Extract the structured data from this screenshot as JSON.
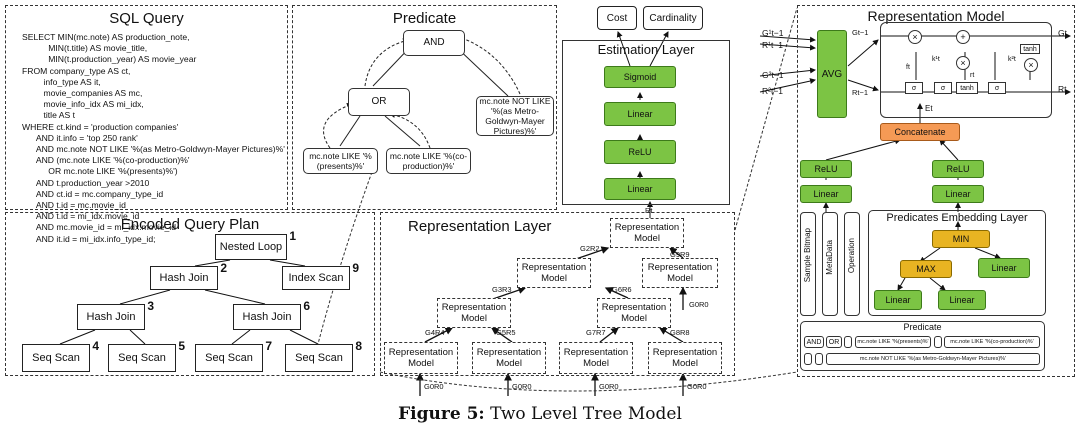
{
  "sql_panel": {
    "title": "SQL Query",
    "lines": [
      "SELECT MIN(mc.note) AS production_note,",
      "           MIN(t.title) AS movie_title,",
      "           MIN(t.production_year) AS movie_year",
      "FROM company_type AS ct,",
      "         info_type AS it,",
      "         movie_companies AS mc,",
      "         movie_info_idx AS mi_idx,",
      "         title AS t",
      "WHERE ct.kind = 'production companies'",
      "      AND it.info = 'top 250 rank'",
      "      AND mc.note NOT LIKE '%(as Metro-Goldwyn-Mayer Pictures)%'",
      "      AND (mc.note LIKE '%(co-production)%'",
      "           OR mc.note LIKE '%(presents)%')",
      "      AND t.production_year >2010",
      "      AND ct.id = mc.company_type_id",
      "      AND t.id = mc.movie_id",
      "      AND t.id = mi_idx.movie_id",
      "      AND mc.movie_id = mi_idx.movie_id",
      "      AND it.id = mi_idx.info_type_id;"
    ]
  },
  "predicate_panel": {
    "title": "Predicate",
    "and_label": "AND",
    "or_label": "OR",
    "not_like": "mc.note NOT LIKE '%(as Metro-Goldwyn-Mayer Pictures)%'",
    "like_presents": "mc.note LIKE '%(presents)%'",
    "like_coprod": "mc.note LIKE '%(co-production)%'"
  },
  "estimation": {
    "title": "Estimation Layer",
    "cost": "Cost",
    "cardinality": "Cardinality",
    "sigmoid": "Sigmoid",
    "linear1": "Linear",
    "relu": "ReLU",
    "linear2": "Linear",
    "rt_label": "Rt"
  },
  "plan": {
    "title": "Encoded Query Plan",
    "nodes": [
      {
        "label": "Nested Loop",
        "num": "1"
      },
      {
        "label": "Hash Join",
        "num": "2"
      },
      {
        "label": "Index Scan",
        "num": "9"
      },
      {
        "label": "Hash Join",
        "num": "3"
      },
      {
        "label": "Hash Join",
        "num": "6"
      },
      {
        "label": "Seq Scan",
        "num": "4"
      },
      {
        "label": "Seq Scan",
        "num": "5"
      },
      {
        "label": "Seq Scan",
        "num": "7"
      },
      {
        "label": "Seq Scan",
        "num": "8"
      }
    ]
  },
  "rep_layer": {
    "title": "Representation Layer",
    "model_label": "Representation Model",
    "edge_labels": [
      "G2R2",
      "G9R9",
      "G3R3",
      "G6R6",
      "G4R4",
      "G5R5",
      "G7R7",
      "G8R8"
    ],
    "input_label": "G0R0"
  },
  "rep_model": {
    "title": "Representation Model",
    "avg": "AVG",
    "concat": "Concatenate",
    "relu_left": "ReLU",
    "linear_left": "Linear",
    "relu_right": "ReLU",
    "linear_right": "Linear",
    "vertical_labels": [
      "Sample Bitmap",
      "MetaData",
      "Operation"
    ],
    "pel_title": "Predicates Embedding Layer",
    "min": "MIN",
    "max": "MAX",
    "linear_a": "Linear",
    "linear_b": "Linear",
    "linear_c": "Linear",
    "predicate_title": "Predicate",
    "pred_cells": [
      "AND",
      "OR",
      "mc.note LIKE '%(presents)%'",
      "mc.note LIKE '%(co-production)%'",
      "mc.note NOT LIKE '%(as Metro-Goldwyn-Mayer Pictures)%'"
    ],
    "lstm_ops": [
      "×",
      "+",
      "×",
      "×",
      "tanh",
      "σ",
      "σ",
      "tanh",
      "σ"
    ],
    "sym_inputs": [
      "G¹t−1",
      "R¹t−1",
      "G²t−1",
      "R²t−1"
    ],
    "sym_outputs": [
      "Gt",
      "Rt"
    ],
    "sym_gt1": "Gt−1",
    "sym_rt1": "Rt−1",
    "sym_et": "Et",
    "sym_gates": [
      "ft",
      "k¹t",
      "rt",
      "k²t"
    ]
  },
  "caption": {
    "prefix": "Figure 5:",
    "text": "Two Level Tree Model"
  }
}
